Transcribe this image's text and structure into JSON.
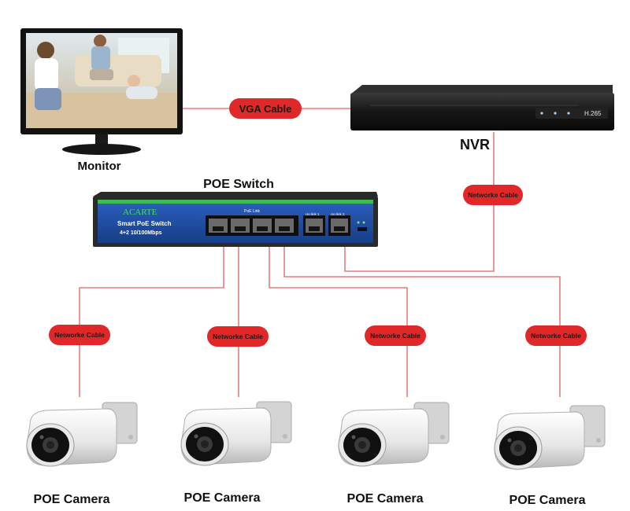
{
  "devices": {
    "monitor_label": "Monitor",
    "nvr_label": "NVR",
    "nvr_badge": "H.265",
    "switch_label": "POE Switch",
    "switch_brand": "ACARTE",
    "switch_model": "Smart PoE Switch",
    "switch_spec": "4+2 10/100Mbps",
    "switch_poe_link": "PoE Link",
    "switch_uplink_1": "Up link 1",
    "switch_uplink_2": "Up link 2",
    "camera_labels": [
      "POE Camera",
      "POE Camera",
      "POE Camera",
      "POE Camera"
    ]
  },
  "cables": {
    "vga": "VGA Cable",
    "nvr_network": "Networke Cable",
    "camera_network": [
      "Networke Cable",
      "Networke Cable",
      "Networke Cable",
      "Networke Cable"
    ]
  },
  "colors": {
    "cable_line": "#e06060",
    "pill_fill": "#e02828",
    "switch_body": "#1f4fa8",
    "switch_stripe": "#3dbb55",
    "device_dark": "#1b1b1b"
  }
}
